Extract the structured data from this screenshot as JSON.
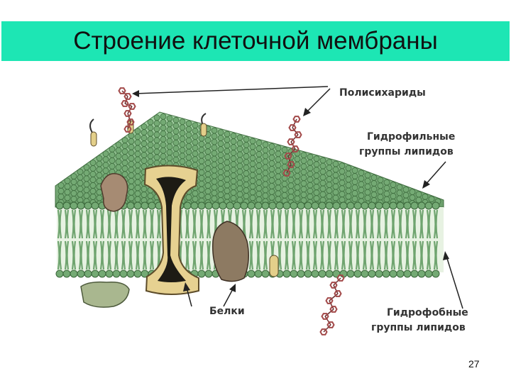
{
  "slide": {
    "title": "Строение клеточной мембраны",
    "page_number": "27"
  },
  "labels": {
    "polysaccharides": "Полисихариды",
    "hydrophilic_line1": "Гидрофильные",
    "hydrophilic_line2": "группы липидов",
    "proteins": "Белки",
    "hydrophobic_line1": "Гидрофобные",
    "hydrophobic_line2": "группы липидов"
  },
  "colors": {
    "title_bar": "#1de6b4",
    "lipid_head": "#74aa74",
    "lipid_tail": "#6fa46f",
    "protein": "#e3cf8a",
    "polysaccharide": "#a34a4a"
  }
}
